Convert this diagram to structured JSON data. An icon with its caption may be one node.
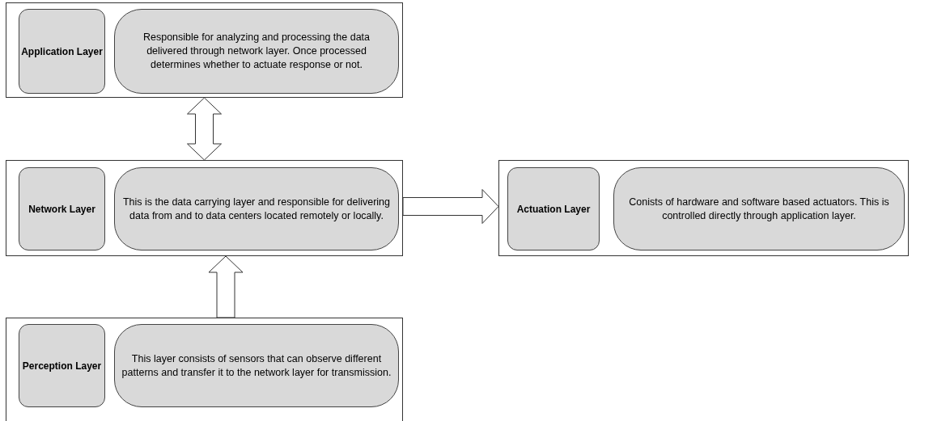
{
  "diagram": {
    "nodes": [
      {
        "text": [],
        "shape": "box"
      },
      {
        "text": [
          "Application Layer"
        ],
        "in": 0
      },
      {
        "text": [
          "Responsible for analyzing and processing the data delivered through network layer. Once processed determines whether to actuate response or not."
        ],
        "in": 0
      },
      {
        "text": [],
        "shape": "box"
      },
      {
        "text": [
          "Network Layer"
        ],
        "in": 3
      },
      {
        "text": [
          "This is the data carrying layer and responsible for delivering data from and to data centers located remotely or locally."
        ],
        "in": 3
      },
      {
        "text": [],
        "shape": "box"
      },
      {
        "text": [
          "Actuation Layer"
        ],
        "in": 6
      },
      {
        "text": [
          "Conists of hardware and software based actuators. This is controlled directly through application layer."
        ],
        "in": 6
      },
      {
        "text": [],
        "shape": "box"
      },
      {
        "text": [
          "Perception Layer"
        ],
        "in": 9
      },
      {
        "text": [
          "This layer consists of sensors that can observe different patterns and transfer it to the network layer for transmission."
        ],
        "in": 9
      }
    ],
    "edges": [
      {
        "from": 0,
        "to": 3,
        "arrow": "both"
      },
      {
        "from": 3,
        "to": 6,
        "arrow": "to"
      },
      {
        "from": 9,
        "to": 3,
        "arrow": "to"
      }
    ]
  }
}
